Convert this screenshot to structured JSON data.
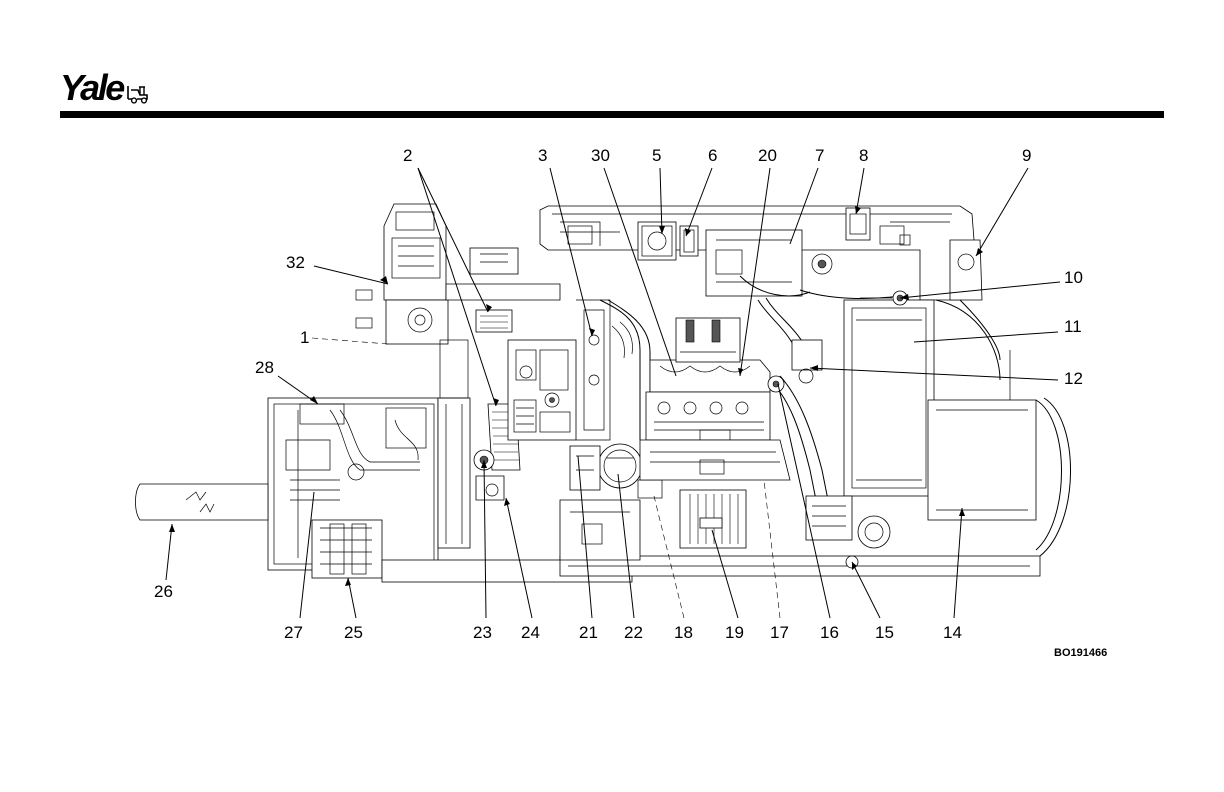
{
  "header": {
    "brand": "Yale",
    "brand_icon": "forklift-icon"
  },
  "diagram": {
    "figure_id": "BO191466",
    "callouts": [
      "2",
      "3",
      "30",
      "5",
      "6",
      "20",
      "7",
      "8",
      "9",
      "32",
      "10",
      "1",
      "11",
      "28",
      "12",
      "26",
      "27",
      "25",
      "23",
      "24",
      "21",
      "22",
      "18",
      "19",
      "17",
      "16",
      "15",
      "14"
    ]
  }
}
